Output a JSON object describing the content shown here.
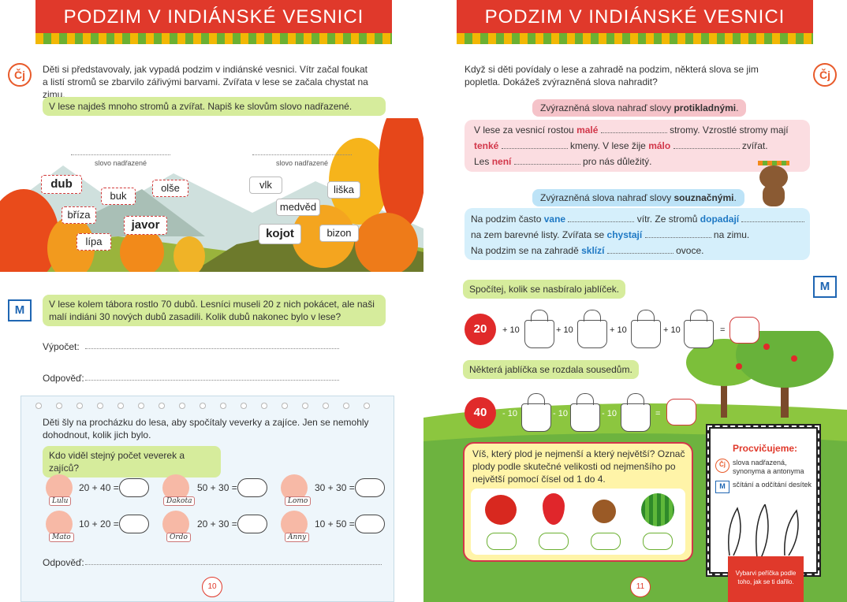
{
  "left": {
    "title": "Podzim v indiánské vesnici",
    "intro": "Děti si představovaly, jak vypadá podzim v indiánské vesnici. Vítr začal foukat a listí stromů se zbarvilo zářivými barvami. Zvířata v lese se začala chystat na zimu.",
    "cj": "Čj",
    "task1": "V lese najdeš mnoho stromů a zvířat. Napiš ke slovům slovo nadřazené.",
    "sup_label": "slovo nadřazené",
    "trees": [
      "dub",
      "buk",
      "olše",
      "bříza",
      "javor",
      "lípa"
    ],
    "animals": [
      "vlk",
      "liška",
      "medvěd",
      "kojot",
      "bizon"
    ],
    "m": "M",
    "task2": "V lese kolem tábora rostlo 70 dubů. Lesníci museli 20 z nich pokácet, ale naši malí indiáni 30 nových dubů zasadili. Kolik dubů nakonec bylo v lese?",
    "calc": "Výpočet:",
    "answer": "Odpověď:",
    "task3": "Děti šly na procházku do lesa, aby spočítaly veverky a zajíce. Jen se nemohly dohodnout, kolik jich bylo.",
    "task3q": "Kdo viděl stejný počet veverek a zajíců?",
    "kids": [
      {
        "name": "Lulu",
        "expr": "20 + 40 ="
      },
      {
        "name": "Dakota",
        "expr": "50 + 30 ="
      },
      {
        "name": "Lomo",
        "expr": "30 + 30 ="
      },
      {
        "name": "Mato",
        "expr": "10 + 20 ="
      },
      {
        "name": "Ordo",
        "expr": "20 + 30 ="
      },
      {
        "name": "Anny",
        "expr": "10 + 50 ="
      }
    ],
    "answer2": "Odpověď:",
    "page": "10"
  },
  "right": {
    "title": "Podzim v indiánské vesnici",
    "intro": "Když si děti povídaly o lese a zahradě na podzim, některá slova se jim popletla. Dokážeš zvýrazněná slova nahradit?",
    "cj": "Čj",
    "ant_pre": "Zvýrazněná slova nahraď slovy ",
    "ant_word": "protikladnými",
    "s1a": "V lese za vesnicí rostou ",
    "s1b": "malé",
    "s1c": " stromy. Vzrostlé stromy mají",
    "s2a": "tenké",
    "s2b": " kmeny. V lese žije ",
    "s2c": "málo",
    "s2d": " zvířat.",
    "s3a": "Les ",
    "s3b": "není",
    "s3c": " pro nás důležitý.",
    "syn_pre": "Zvýrazněná slova nahraď slovy ",
    "syn_word": "souznačnými",
    "t1a": "Na podzim často ",
    "t1b": "vane",
    "t1c": " vítr. Ze stromů ",
    "t1d": "dopadají",
    "t2a": "na zem barevné listy. Zvířata se ",
    "t2b": "chystají",
    "t2c": " na zimu.",
    "t3a": "Na podzim se na zahradě ",
    "t3b": "sklízí",
    "t3c": " ovoce.",
    "m": "M",
    "count_q": "Spočítej, kolik se nasbíralo jablíček.",
    "apple1": "20",
    "plus": "+ 10",
    "eq": "=",
    "give_q": "Některá jablíčka se rozdala sousedům.",
    "apple2": "40",
    "minus": "- 10",
    "fruit_q": "Víš, který plod je nejmenší a který největší? Označ plody podle skutečné velikosti od nejmenšího po největší pomocí čísel od 1 do 4.",
    "prac_title": "Procvičujeme:",
    "prac1": "slova nadřazená, synonyma a antonyma",
    "prac2": "sčítání a odčítání desítek",
    "feather_note": "Vybarvi peříčka podle toho, jak se ti dařilo.",
    "page": "11"
  }
}
